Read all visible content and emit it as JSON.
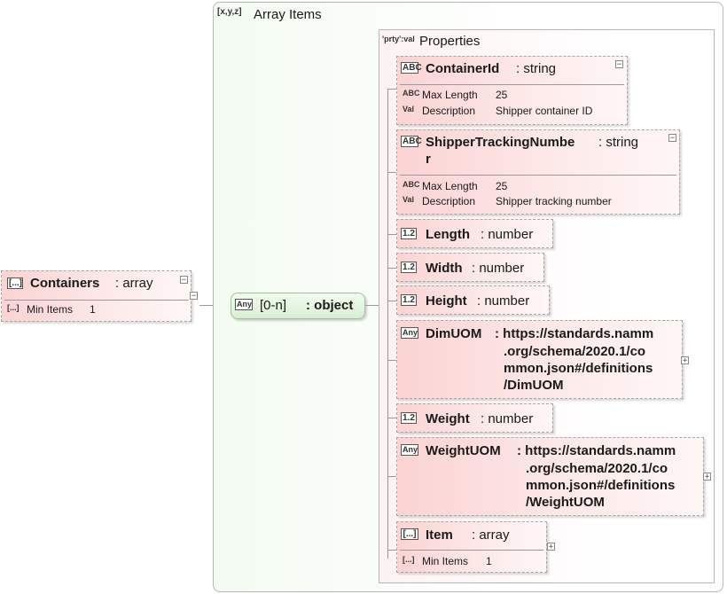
{
  "root": {
    "name": "Containers",
    "type": ": array",
    "facet_label": "Min Items",
    "facet_value": "1",
    "icon": "array-icon",
    "icon_text": "[...]",
    "facet_icon_text": "[...]"
  },
  "array_items": {
    "tag": "[x,y,z]",
    "label": "Array Items"
  },
  "object_node": {
    "badge": "Any",
    "range": "[0-n]",
    "type": ": object"
  },
  "properties": {
    "tag": "'prty':val",
    "label": "Properties"
  },
  "items": [
    {
      "badge": "ABC",
      "name": "ContainerId",
      "type": ": string",
      "facets": [
        {
          "icon": "ABC",
          "label": "Max Length",
          "value": "25"
        },
        {
          "icon": "Val",
          "label": "Description",
          "value": "Shipper container ID"
        }
      ]
    },
    {
      "badge": "ABC",
      "name_line1": "ShipperTrackingNumbe",
      "name_line2": "r",
      "type": ": string",
      "facets": [
        {
          "icon": "ABC",
          "label": "Max Length",
          "value": "25"
        },
        {
          "icon": "Val",
          "label": "Description",
          "value": "Shipper tracking number"
        }
      ]
    },
    {
      "badge": "1.2",
      "name": "Length",
      "type": ": number"
    },
    {
      "badge": "1.2",
      "name": "Width",
      "type": ": number"
    },
    {
      "badge": "1.2",
      "name": "Height",
      "type": ": number"
    },
    {
      "badge": "Any",
      "name": "DimUOM",
      "type_lines": [
        ": https://standards.namm",
        ".org/schema/2020.1/co",
        "mmon.json#/definitions",
        "/DimUOM"
      ]
    },
    {
      "badge": "1.2",
      "name": "Weight",
      "type": ": number"
    },
    {
      "badge": "Any",
      "name": "WeightUOM",
      "type_lines": [
        ": https://standards.namm",
        ".org/schema/2020.1/co",
        "mmon.json#/definitions",
        "/WeightUOM"
      ]
    },
    {
      "badge": "[...]",
      "name": "Item",
      "type": ": array",
      "facets": [
        {
          "icon": "[...]",
          "label": "Min Items",
          "value": "1"
        }
      ]
    }
  ],
  "toggles": {
    "collapse": "−",
    "expand": "+"
  }
}
